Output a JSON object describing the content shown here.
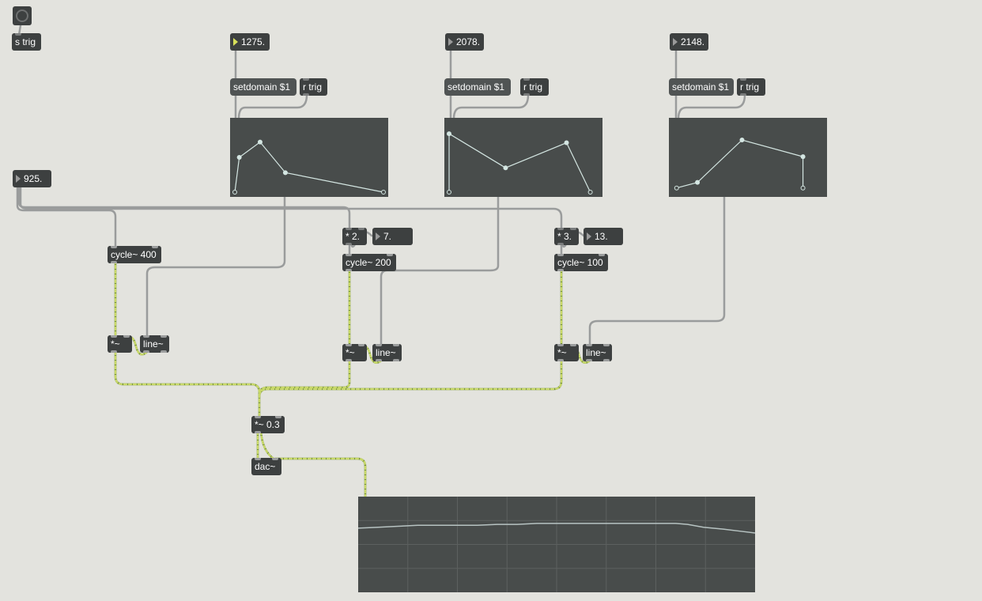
{
  "bang": {
    "icon": "bang-circle-icon"
  },
  "objects": {
    "s_trig": "s trig",
    "num_1275": "1275.",
    "num_2078": "2078.",
    "num_2148": "2148.",
    "setdomain_1": "setdomain $1",
    "setdomain_2": "setdomain $1",
    "setdomain_3": "setdomain $1",
    "r_trig_1": "r trig",
    "r_trig_2": "r trig",
    "r_trig_3": "r trig",
    "num_925": "925.",
    "mul_2": "* 2.",
    "num_7": "7.",
    "mul_3": "* 3.",
    "num_13": "13.",
    "cycle_400": "cycle~ 400",
    "cycle_200": "cycle~ 200",
    "cycle_100": "cycle~ 100",
    "sigmul_1": "*~",
    "sigmul_2": "*~",
    "sigmul_3": "*~",
    "line_1": "line~",
    "line_2": "line~",
    "line_3": "line~",
    "sigmul_03": "*~ 0.3",
    "dac": "dac~"
  },
  "colors": {
    "background": "#e3e3de",
    "object": "#3d4040",
    "patchcord": "#9a9c9c",
    "signalcord_dash": "#b8d05a",
    "function_line": "#d4e6e2",
    "scope_trace": "#b7c3c2",
    "numbox_active_arrow": "#d8e05a"
  },
  "functions": [
    {
      "name": "function-1",
      "points": [
        [
          0,
          0
        ],
        [
          0.03,
          0.5
        ],
        [
          0.17,
          0.72
        ],
        [
          0.34,
          0.28
        ],
        [
          1,
          0
        ]
      ]
    },
    {
      "name": "function-2",
      "points": [
        [
          0,
          0
        ],
        [
          0,
          0.84
        ],
        [
          0.38,
          0.35
        ],
        [
          0.79,
          0.71
        ],
        [
          0.95,
          0
        ]
      ]
    },
    {
      "name": "function-3",
      "points": [
        [
          0.02,
          0.06
        ],
        [
          0.16,
          0.14
        ],
        [
          0.46,
          0.75
        ],
        [
          0.87,
          0.51
        ],
        [
          0.87,
          0.06
        ]
      ]
    }
  ],
  "scope": {
    "trace": [
      [
        0,
        0.67
      ],
      [
        0.05,
        0.68
      ],
      [
        0.1,
        0.69
      ],
      [
        0.15,
        0.7
      ],
      [
        0.2,
        0.7
      ],
      [
        0.25,
        0.7
      ],
      [
        0.3,
        0.7
      ],
      [
        0.35,
        0.71
      ],
      [
        0.4,
        0.71
      ],
      [
        0.45,
        0.72
      ],
      [
        0.5,
        0.72
      ],
      [
        0.55,
        0.72
      ],
      [
        0.6,
        0.72
      ],
      [
        0.65,
        0.72
      ],
      [
        0.7,
        0.72
      ],
      [
        0.75,
        0.72
      ],
      [
        0.8,
        0.72
      ],
      [
        0.83,
        0.71
      ],
      [
        0.87,
        0.68
      ],
      [
        0.92,
        0.66
      ],
      [
        0.96,
        0.64
      ],
      [
        1,
        0.62
      ]
    ],
    "grid_columns": 8,
    "grid_rows": 4
  }
}
